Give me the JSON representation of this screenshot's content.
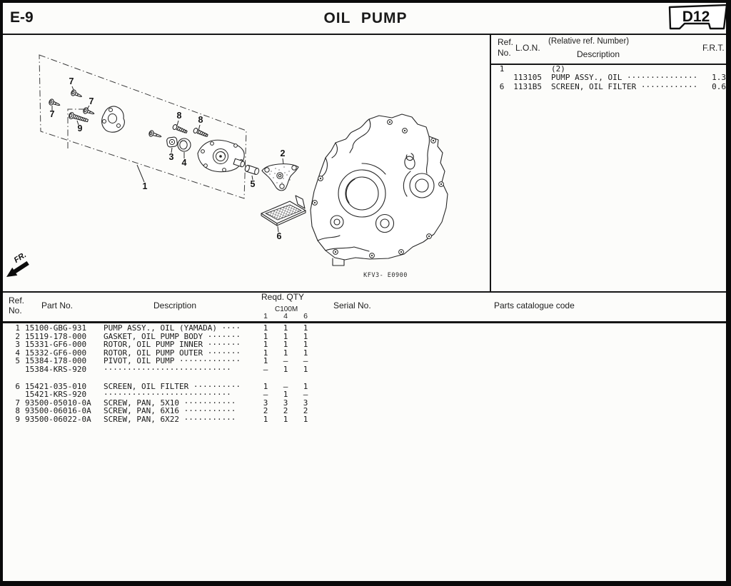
{
  "page": {
    "code": "E-9",
    "title": "OIL PUMP",
    "tag": "D12"
  },
  "ref_table": {
    "headers": {
      "ref": "Ref.",
      "no": "No.",
      "lon": "L.O.N.",
      "relative": "(Relative ref. Number)",
      "description": "Description",
      "frt": "F.R.T."
    },
    "rows": [
      {
        "ref": "1",
        "lon": "",
        "desc": "(2)",
        "frt": ""
      },
      {
        "ref": "",
        "lon": "113105",
        "desc": "PUMP ASSY., OIL ···············",
        "frt": "1.3"
      },
      {
        "ref": "6",
        "lon": "1131B5",
        "desc": "SCREEN, OIL FILTER ············",
        "frt": "0.6"
      }
    ]
  },
  "diagram": {
    "drawing_code": "KFV3- E0900",
    "fr_label": "FR.",
    "callouts": [
      "7",
      "7",
      "7",
      "9",
      "1",
      "3",
      "4",
      "8",
      "8",
      "5",
      "2",
      "6"
    ]
  },
  "parts_table": {
    "headers": {
      "ref": "Ref.",
      "no": "No.",
      "part_no": "Part No.",
      "description": "Description",
      "reqd_qty": "Reqd. QTY",
      "model": "C100M",
      "qty_cols": [
        "1",
        "4",
        "6"
      ],
      "serial_no": "Serial No.",
      "catalogue": "Parts catalogue code"
    },
    "rows": [
      {
        "ref": "1",
        "part": "15100-GBG-931",
        "desc": "PUMP ASSY., OIL (YAMADA) ····",
        "qty": [
          "1",
          "1",
          "1"
        ]
      },
      {
        "ref": "2",
        "part": "15119-178-000",
        "desc": "GASKET, OIL PUMP BODY ·······",
        "qty": [
          "1",
          "1",
          "1"
        ]
      },
      {
        "ref": "3",
        "part": "15331-GF6-000",
        "desc": "ROTOR, OIL PUMP INNER ·······",
        "qty": [
          "1",
          "1",
          "1"
        ]
      },
      {
        "ref": "4",
        "part": "15332-GF6-000",
        "desc": "ROTOR, OIL PUMP OUTER ·······",
        "qty": [
          "1",
          "1",
          "1"
        ]
      },
      {
        "ref": "5",
        "part": "15384-178-000",
        "desc": "PIVOT, OIL PUMP ·············",
        "qty": [
          "1",
          "–",
          "–"
        ]
      },
      {
        "ref": "",
        "part": "15384-KRS-920",
        "desc": "···························",
        "qty": [
          "–",
          "1",
          "1"
        ]
      },
      {
        "ref": "6",
        "part": "15421-035-010",
        "desc": "SCREEN, OIL FILTER ··········",
        "qty": [
          "1",
          "–",
          "1"
        ],
        "gap_before": true
      },
      {
        "ref": "",
        "part": "15421-KRS-920",
        "desc": "···························",
        "qty": [
          "–",
          "1",
          "–"
        ]
      },
      {
        "ref": "7",
        "part": "93500-05010-0A",
        "desc": "SCREW, PAN, 5X10 ···········",
        "qty": [
          "3",
          "3",
          "3"
        ]
      },
      {
        "ref": "8",
        "part": "93500-06016-0A",
        "desc": "SCREW, PAN, 6X16 ···········",
        "qty": [
          "2",
          "2",
          "2"
        ]
      },
      {
        "ref": "9",
        "part": "93500-06022-0A",
        "desc": "SCREW, PAN, 6X22 ···········",
        "qty": [
          "1",
          "1",
          "1"
        ]
      }
    ]
  }
}
